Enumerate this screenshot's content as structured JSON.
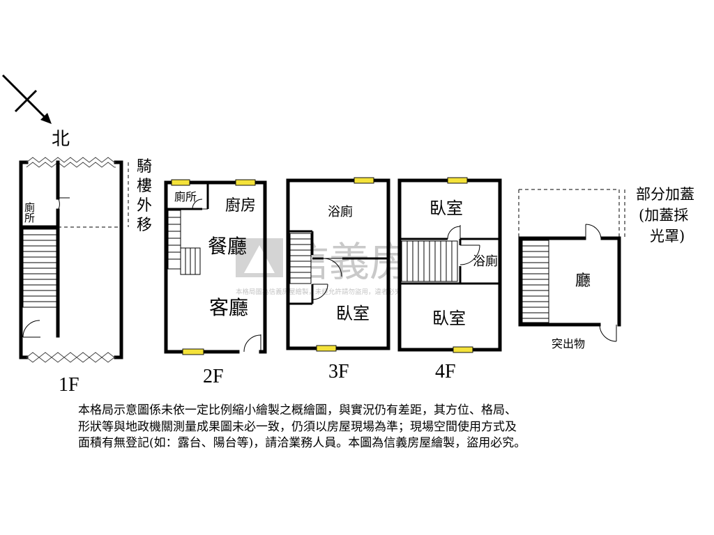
{
  "compass": {
    "north_label": "北"
  },
  "watermark": {
    "brand": "信義房屋",
    "notice": "本格局圖為信義房屋繪製，未經允許請勿盜用，違者必究"
  },
  "floor_1": {
    "label": "1F",
    "restroom": "廁所",
    "arcade_note": [
      "騎",
      "樓",
      "外",
      "移"
    ]
  },
  "floor_2": {
    "label": "2F",
    "restroom": "廁所",
    "kitchen": "廚房",
    "dining": "餐廳",
    "living": "客廳"
  },
  "floor_3": {
    "label": "3F",
    "bath": "浴廁",
    "bedroom": "臥室"
  },
  "floor_4": {
    "label": "4F",
    "bedroom_top": "臥室",
    "bath": "浴廁",
    "bedroom_bottom": "臥室"
  },
  "rooftop": {
    "note_lines": [
      "部分加蓋",
      "(加蓋採",
      "光罩)"
    ],
    "hall": "廳",
    "protrusion": "突出物"
  },
  "disclaimer": [
    "本格局示意圖係未依一定比例縮小繪製之概繪圖，與實況仍有差距，其方位、格局、",
    "形狀等與地政機關測量成果圖未必一致，仍須以房屋現場為準；現場空間使用方式及",
    "面積有無登記(如：露台、陽台等)，請洽業務人員。本圖為信義房屋繪製，盜用必究。"
  ],
  "colors": {
    "window": "#f4e23a",
    "watermark": "#c9c9c9"
  }
}
